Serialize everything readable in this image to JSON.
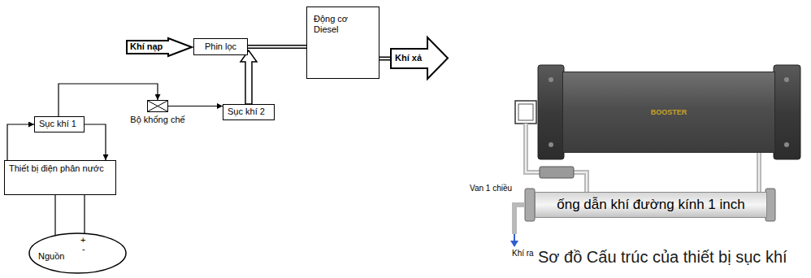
{
  "diagram": {
    "caption": "Sơ đồ Cấu trúc của thiết bị sục khí",
    "nodes": [
      {
        "text": [
          "Khí nạp"
        ]
      },
      {
        "text": [
          "Phin lọc"
        ]
      },
      {
        "text": [
          "Động cơ Diesel"
        ]
      },
      {
        "text": [
          "Khí xả"
        ]
      },
      {
        "text": [
          "Sục khí 2"
        ]
      },
      {
        "text": [
          "Bộ khống chế"
        ]
      },
      {
        "text": [
          "Sục khí 1"
        ]
      },
      {
        "text": [
          "Thiết bị điện phân nước"
        ]
      },
      {
        "text": [
          "Nguồn",
          "+",
          "-"
        ]
      },
      {
        "text": [
          "BOOSTER"
        ]
      },
      {
        "text": [
          "ống dẫn khí đường kính 1 inch"
        ]
      }
    ],
    "edges": [
      {
        "from": 1,
        "to": 2,
        "arrow": "none"
      },
      {
        "from": 2,
        "to": 3,
        "arrow": "none"
      },
      {
        "from": 7,
        "to": 6,
        "arrow": "to"
      },
      {
        "from": 6,
        "to": 7,
        "arrow": "to"
      },
      {
        "from": 6,
        "to": 5,
        "arrow": "to"
      },
      {
        "from": 5,
        "to": 4,
        "arrow": "to"
      },
      {
        "from": 8,
        "to": 7,
        "arrow": "none"
      },
      {
        "from": 8,
        "to": 7,
        "arrow": "none"
      },
      {
        "from": 9,
        "to": 10,
        "arrow": "none"
      }
    ],
    "labels": [
      "Van 1 chiều",
      "Khí ra"
    ]
  }
}
